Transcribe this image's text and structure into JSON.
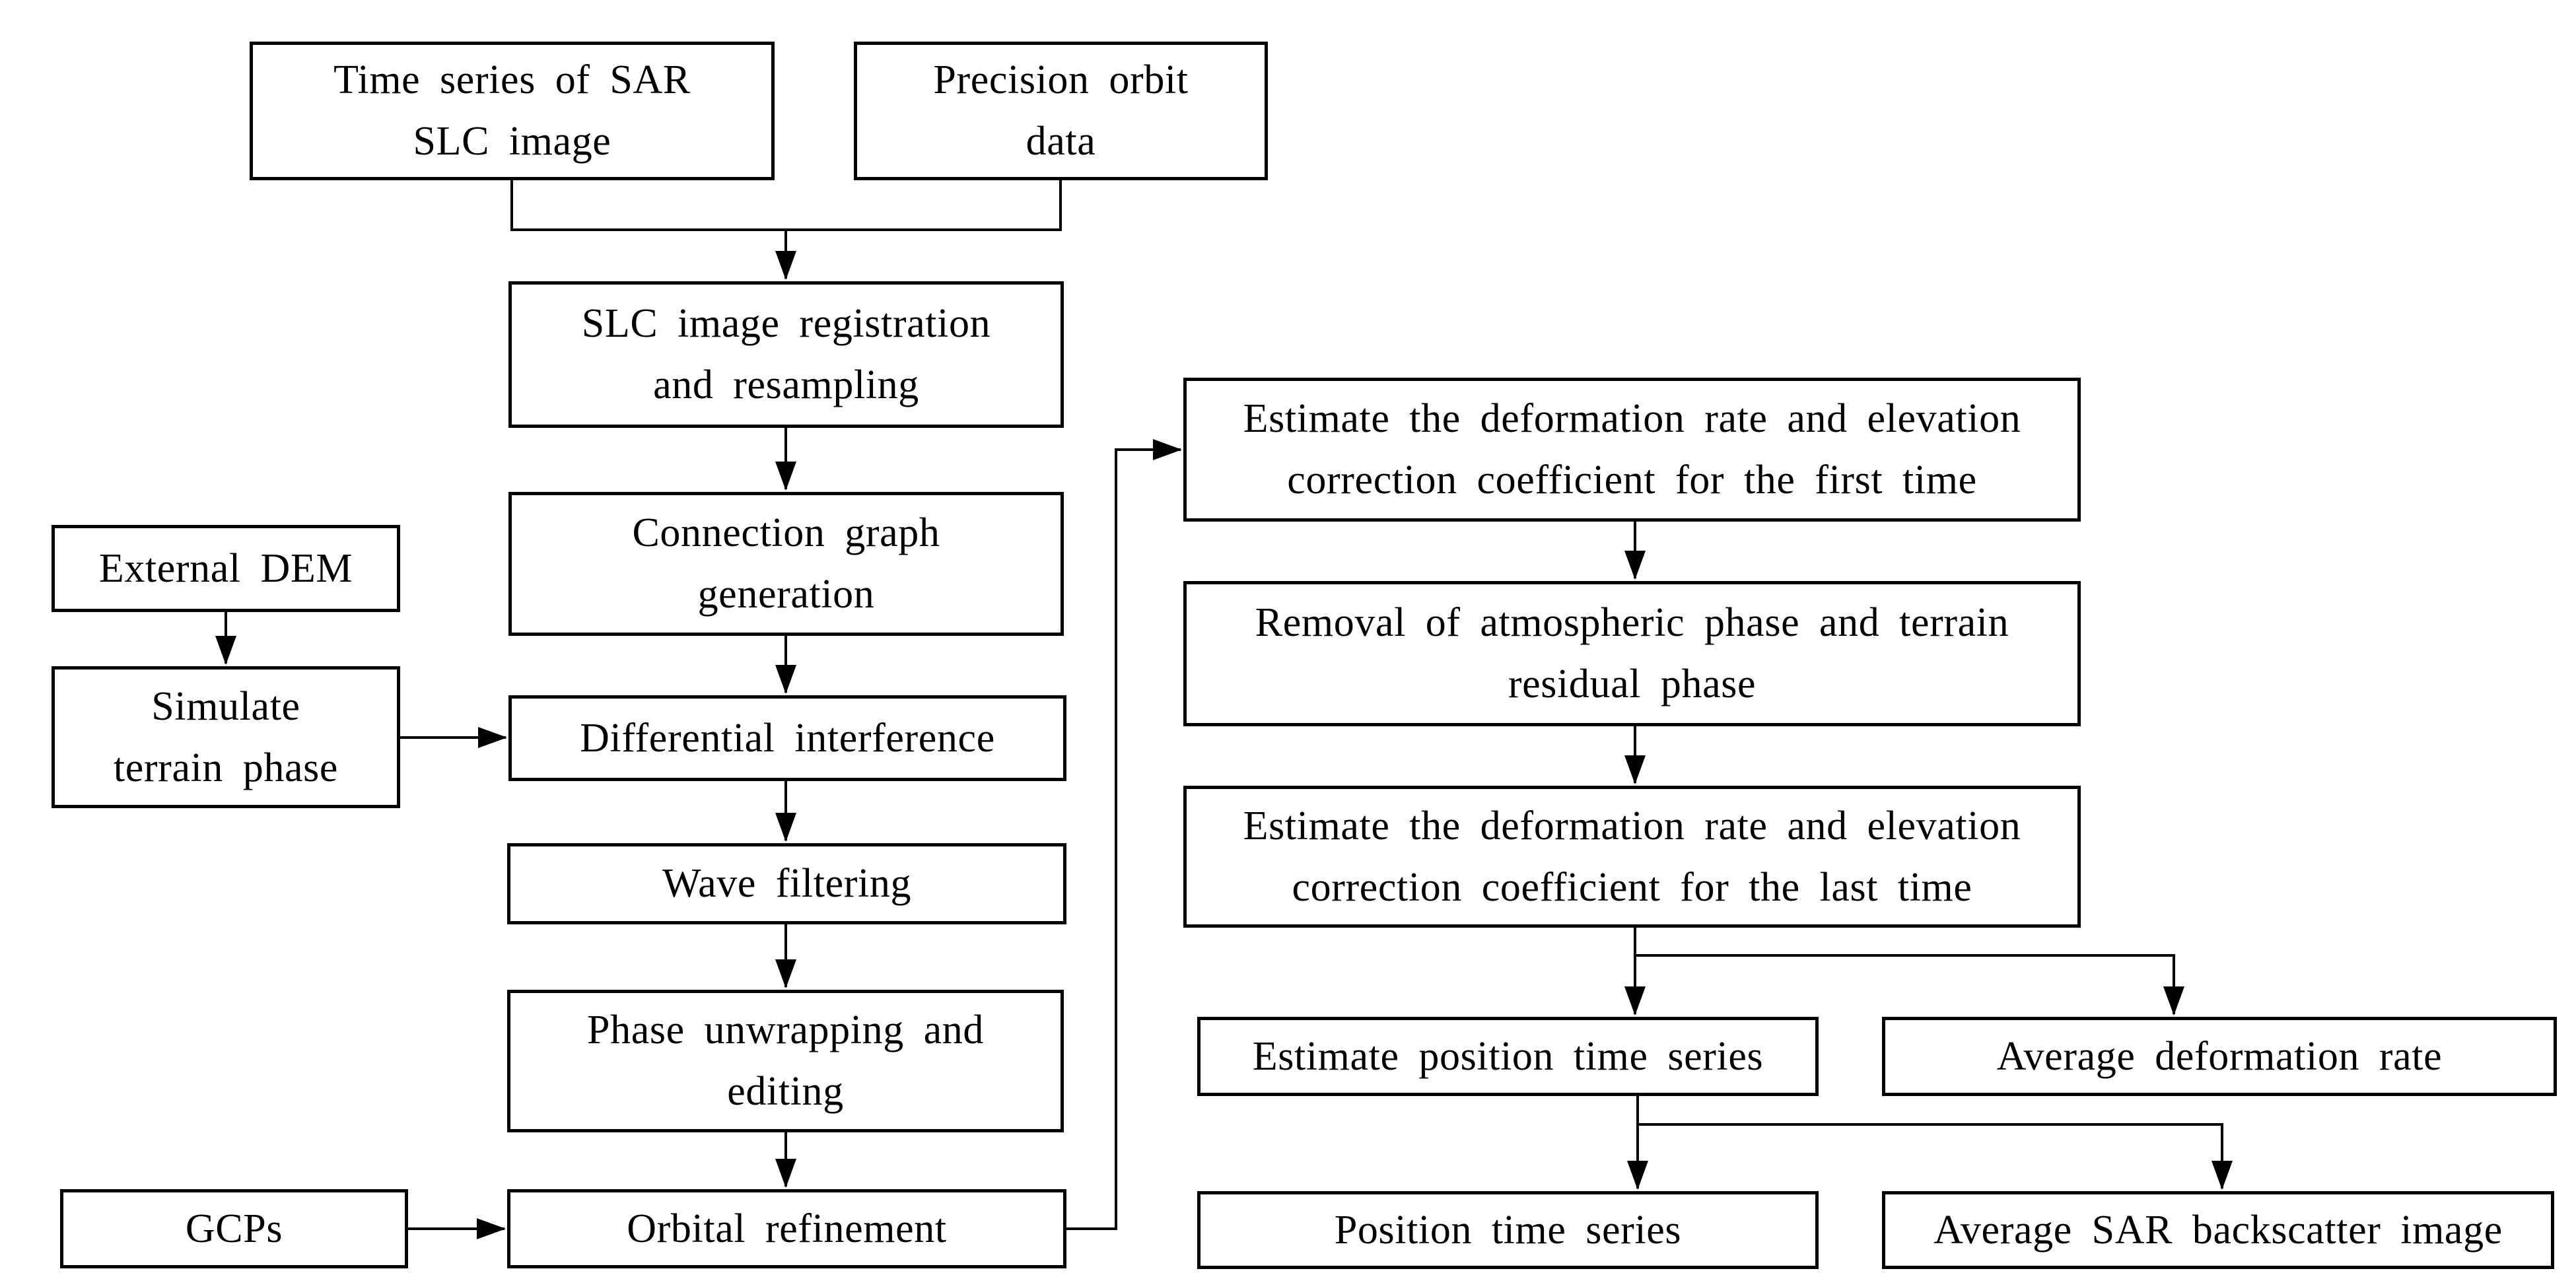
{
  "diagram": {
    "background_color": "#ffffff",
    "line_color": "#000000",
    "box_border_color": "#000000",
    "box_fill_color": "#ffffff",
    "text_color": "#000000",
    "nodes": {
      "time_series_sar_slc": {
        "label": "Time series of SAR\nSLC image"
      },
      "precision_orbit_data": {
        "label": "Precision orbit\ndata"
      },
      "slc_registration": {
        "label": "SLC image registration\nand resampling"
      },
      "connection_graph": {
        "label": "Connection graph\ngeneration"
      },
      "external_dem": {
        "label": "External DEM"
      },
      "simulate_terrain_phase": {
        "label": "Simulate\nterrain phase"
      },
      "differential_interference": {
        "label": "Differential interference"
      },
      "wave_filtering": {
        "label": "Wave filtering"
      },
      "phase_unwrapping": {
        "label": "Phase unwrapping and\nediting"
      },
      "gcps": {
        "label": "GCPs"
      },
      "orbital_refinement": {
        "label": "Orbital refinement"
      },
      "estimate_first": {
        "label": "Estimate the deformation rate and elevation\ncorrection coefficient for the first time"
      },
      "removal_atmospheric": {
        "label": "Removal of atmospheric phase and terrain\nresidual phase"
      },
      "estimate_last": {
        "label": "Estimate the deformation rate and elevation\ncorrection coefficient for the last time"
      },
      "estimate_position_ts": {
        "label": "Estimate position time series"
      },
      "average_deformation_rate": {
        "label": "Average deformation rate"
      },
      "position_time_series": {
        "label": "Position time series"
      },
      "average_sar_backscatter": {
        "label": "Average SAR backscatter image"
      }
    },
    "edges": [
      {
        "from": "time_series_sar_slc",
        "to": "slc_registration"
      },
      {
        "from": "precision_orbit_data",
        "to": "slc_registration"
      },
      {
        "from": "slc_registration",
        "to": "connection_graph"
      },
      {
        "from": "connection_graph",
        "to": "differential_interference"
      },
      {
        "from": "external_dem",
        "to": "simulate_terrain_phase"
      },
      {
        "from": "simulate_terrain_phase",
        "to": "differential_interference"
      },
      {
        "from": "differential_interference",
        "to": "wave_filtering"
      },
      {
        "from": "wave_filtering",
        "to": "phase_unwrapping"
      },
      {
        "from": "phase_unwrapping",
        "to": "orbital_refinement"
      },
      {
        "from": "gcps",
        "to": "orbital_refinement"
      },
      {
        "from": "orbital_refinement",
        "to": "estimate_first"
      },
      {
        "from": "estimate_first",
        "to": "removal_atmospheric"
      },
      {
        "from": "removal_atmospheric",
        "to": "estimate_last"
      },
      {
        "from": "estimate_last",
        "to": "estimate_position_ts"
      },
      {
        "from": "estimate_last",
        "to": "average_deformation_rate"
      },
      {
        "from": "estimate_position_ts",
        "to": "position_time_series"
      },
      {
        "from": "estimate_position_ts",
        "to": "average_sar_backscatter"
      }
    ]
  }
}
